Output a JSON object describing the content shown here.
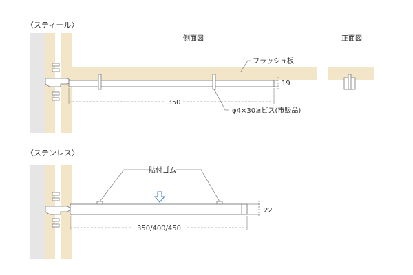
{
  "steel": {
    "heading": "〈スティール〉",
    "side_view": "側面図",
    "front_view": "正面図",
    "board_label": "フラッシュ板",
    "thickness": "19",
    "length": "350",
    "screw_label": "φ4×30≧ビス(市販品)"
  },
  "stainless": {
    "heading": "〈ステンレス〉",
    "rubber_label": "貼付ゴム",
    "thickness": "22",
    "length": "350/400/450"
  },
  "colors": {
    "wall": "#e6e6e6",
    "wood": "#f3e6c8",
    "board": "#f3e6c8",
    "arrow": "#4a86c5",
    "line": "#666666"
  }
}
